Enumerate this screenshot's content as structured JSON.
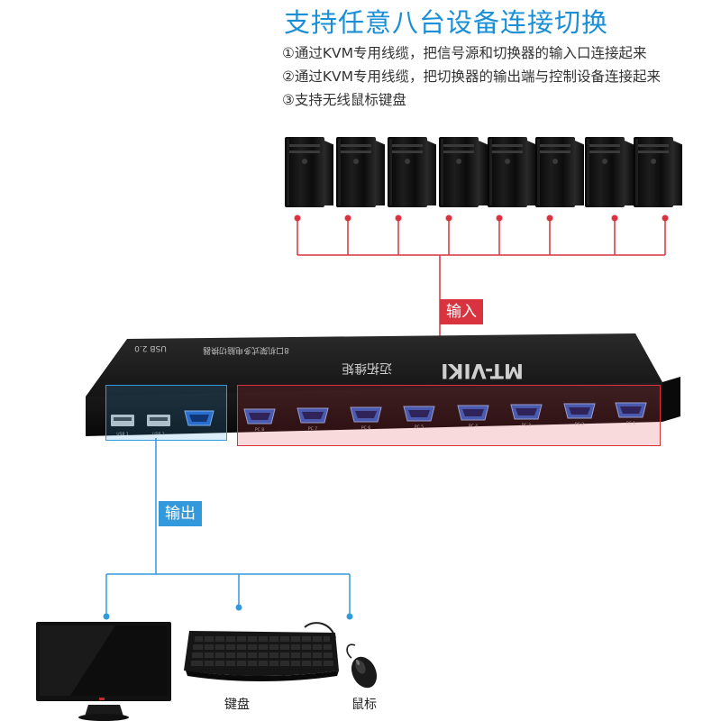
{
  "title": "支持任意八台设备连接切换",
  "steps": [
    "①通过KVM专用线缆，把信号源和切换器的输入口连接起来",
    "②通过KVM专用线缆，把切换器的输出端与控制设备连接起来",
    "③支持无线鼠标键盘"
  ],
  "input_label": "输入",
  "output_label": "输出",
  "device": {
    "brand": "MT-VIKI",
    "brand_cn": "迈拓维矩",
    "model_text": "8口机架式多电脑切换器",
    "usb_text": "USB 2.0",
    "usb_ports": [
      "USB 1",
      "USB 2"
    ],
    "pc_ports": [
      "PC 8",
      "PC 7",
      "PC 6",
      "PC 5",
      "PC 4",
      "PC 3",
      "PC 2",
      "PC 1"
    ]
  },
  "peripherals": {
    "keyboard_label": "键盘",
    "mouse_label": "鼠标"
  },
  "colors": {
    "title": "#1a8fd6",
    "input_accent": "#d9333f",
    "output_accent": "#3399dd"
  }
}
